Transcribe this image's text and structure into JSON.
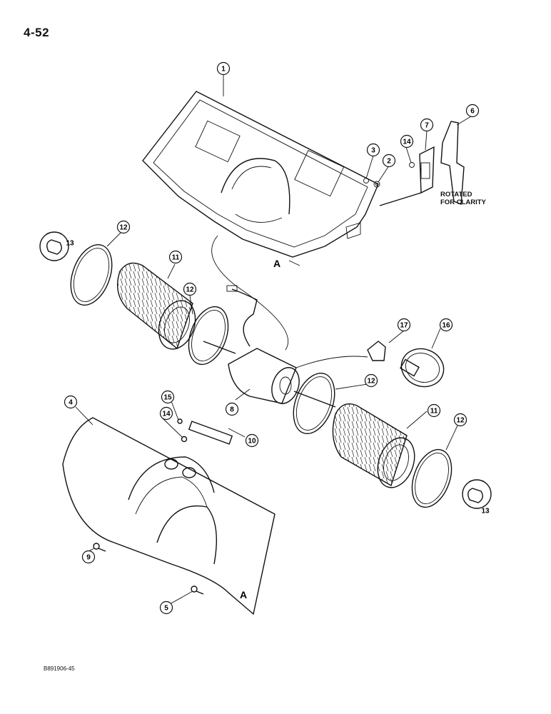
{
  "page": {
    "number": "4-52",
    "figure_code": "B891906-45"
  },
  "note": {
    "line1": "ROTATED",
    "line2": "FOR CLARITY"
  },
  "section_marks": [
    "A",
    "A"
  ],
  "callouts": [
    "1",
    "2",
    "3",
    "4",
    "5",
    "6",
    "7",
    "8",
    "9",
    "10",
    "11",
    "11",
    "12",
    "12",
    "12",
    "12",
    "13",
    "13",
    "14",
    "14",
    "15",
    "16",
    "17"
  ]
}
